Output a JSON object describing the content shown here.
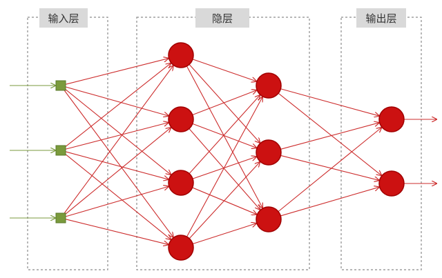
{
  "layers": {
    "input": {
      "label": "输入层",
      "node_count": 3
    },
    "hidden": {
      "label": "隐层",
      "sublayer_node_counts": [
        4,
        3
      ]
    },
    "output": {
      "label": "输出层",
      "node_count": 2
    }
  },
  "colors": {
    "input_node": "#7a9a3c",
    "input_node_border": "#5a7a2a",
    "input_arrow": "#7a9a3c",
    "neuron_fill": "#cc1111",
    "neuron_border": "#a00000",
    "connection": "#cc2b2b",
    "layer_border": "#8a8a8a",
    "label_background": "#d9d9d9",
    "label_text": "#333333"
  }
}
